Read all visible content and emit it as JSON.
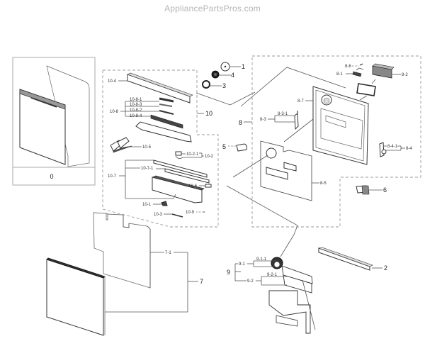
{
  "watermark": "AppliancePartsPros.com",
  "diagram": {
    "type": "exploded parts diagram",
    "subject": "dishwasher door assembly",
    "callouts": {
      "c0": "0",
      "c1": "1",
      "c2": "2",
      "c3": "3",
      "c4": "4",
      "c5": "5",
      "c6": "6",
      "c7": "7",
      "c7_1": "7-1",
      "c8": "8",
      "c8_1": "8-1",
      "c8_2": "8-2",
      "c8_3": "8-3",
      "c8_3_1": "8-3-1",
      "c8_4": "8-4",
      "c8_4_1": "8-4-1",
      "c8_5": "8-5",
      "c8_6": "8-6",
      "c8_7": "8-7",
      "c9": "9",
      "c9_1": "9-1",
      "c9_1_1": "9-1-1",
      "c9_2": "9-2",
      "c9_2_1": "9-2-1",
      "c10": "10",
      "c10_1": "10-1",
      "c10_2": "10-2",
      "c10_2_1": "10-2-1",
      "c10_3": "10-3",
      "c10_4": "10-4",
      "c10_5": "10-5",
      "c10_6": "10-6",
      "c10_7": "10-7",
      "c10_7_1": "10-7-1",
      "c10_8": "10-8",
      "c10_8_1": "10-8-1",
      "c10_8_2": "10-8-2",
      "c10_8_3": "10-8-3",
      "c10_8_4": "10-8-4",
      "c10_9": "10-9"
    }
  }
}
